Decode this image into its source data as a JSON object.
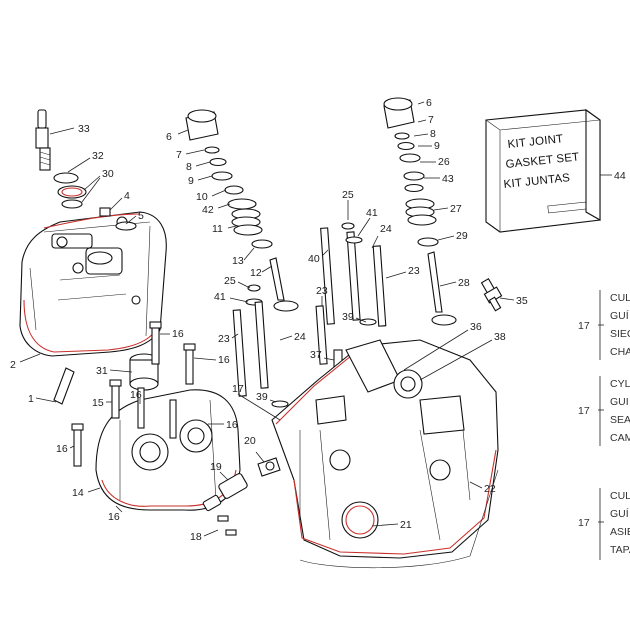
{
  "kit_box": {
    "lines": [
      "KIT JOINT",
      "GASKET SET",
      "KIT JUNTAS"
    ],
    "number": "44"
  },
  "callouts": [
    {
      "id": "33",
      "text": "33"
    },
    {
      "id": "32",
      "text": "32"
    },
    {
      "id": "30",
      "text": "30"
    },
    {
      "id": "4",
      "text": "4"
    },
    {
      "id": "5",
      "text": "5"
    },
    {
      "id": "2",
      "text": "2"
    },
    {
      "id": "1",
      "text": "1"
    },
    {
      "id": "31",
      "text": "31"
    },
    {
      "id": "15",
      "text": "15"
    },
    {
      "id": "16a",
      "text": "16"
    },
    {
      "id": "16b",
      "text": "16"
    },
    {
      "id": "16c",
      "text": "16"
    },
    {
      "id": "16d",
      "text": "16"
    },
    {
      "id": "16e",
      "text": "16"
    },
    {
      "id": "16f",
      "text": "16"
    },
    {
      "id": "14",
      "text": "14"
    },
    {
      "id": "6a",
      "text": "6"
    },
    {
      "id": "7a",
      "text": "7"
    },
    {
      "id": "8a",
      "text": "8"
    },
    {
      "id": "9a",
      "text": "9"
    },
    {
      "id": "10",
      "text": "10"
    },
    {
      "id": "42",
      "text": "42"
    },
    {
      "id": "11",
      "text": "11"
    },
    {
      "id": "13",
      "text": "13"
    },
    {
      "id": "12",
      "text": "12"
    },
    {
      "id": "25a",
      "text": "25"
    },
    {
      "id": "41a",
      "text": "41"
    },
    {
      "id": "23a",
      "text": "23"
    },
    {
      "id": "24a",
      "text": "24"
    },
    {
      "id": "39a",
      "text": "39"
    },
    {
      "id": "17",
      "text": "17"
    },
    {
      "id": "20",
      "text": "20"
    },
    {
      "id": "19",
      "text": "19"
    },
    {
      "id": "18",
      "text": "18"
    },
    {
      "id": "25b",
      "text": "25"
    },
    {
      "id": "41b",
      "text": "41"
    },
    {
      "id": "40",
      "text": "40"
    },
    {
      "id": "24b",
      "text": "24"
    },
    {
      "id": "23b",
      "text": "23"
    },
    {
      "id": "23c",
      "text": "23"
    },
    {
      "id": "39b",
      "text": "39"
    },
    {
      "id": "37",
      "text": "37"
    },
    {
      "id": "36",
      "text": "36"
    },
    {
      "id": "38",
      "text": "38"
    },
    {
      "id": "21",
      "text": "21"
    },
    {
      "id": "22",
      "text": "22"
    },
    {
      "id": "6b",
      "text": "6"
    },
    {
      "id": "7b",
      "text": "7"
    },
    {
      "id": "8b",
      "text": "8"
    },
    {
      "id": "9b",
      "text": "9"
    },
    {
      "id": "26",
      "text": "26"
    },
    {
      "id": "43",
      "text": "43"
    },
    {
      "id": "27",
      "text": "27"
    },
    {
      "id": "29",
      "text": "29"
    },
    {
      "id": "28",
      "text": "28"
    },
    {
      "id": "35",
      "text": "35"
    }
  ],
  "side_legend": [
    {
      "number": "17",
      "lines": [
        "CUL",
        "GUÍ",
        "SIEC",
        "CHA"
      ]
    },
    {
      "number": "17",
      "lines": [
        "CYL",
        "GUI",
        "SEAT",
        "CAM"
      ]
    },
    {
      "number": "17",
      "lines": [
        "CUL",
        "GUÍ",
        "ASIE",
        "TAPA"
      ]
    }
  ]
}
